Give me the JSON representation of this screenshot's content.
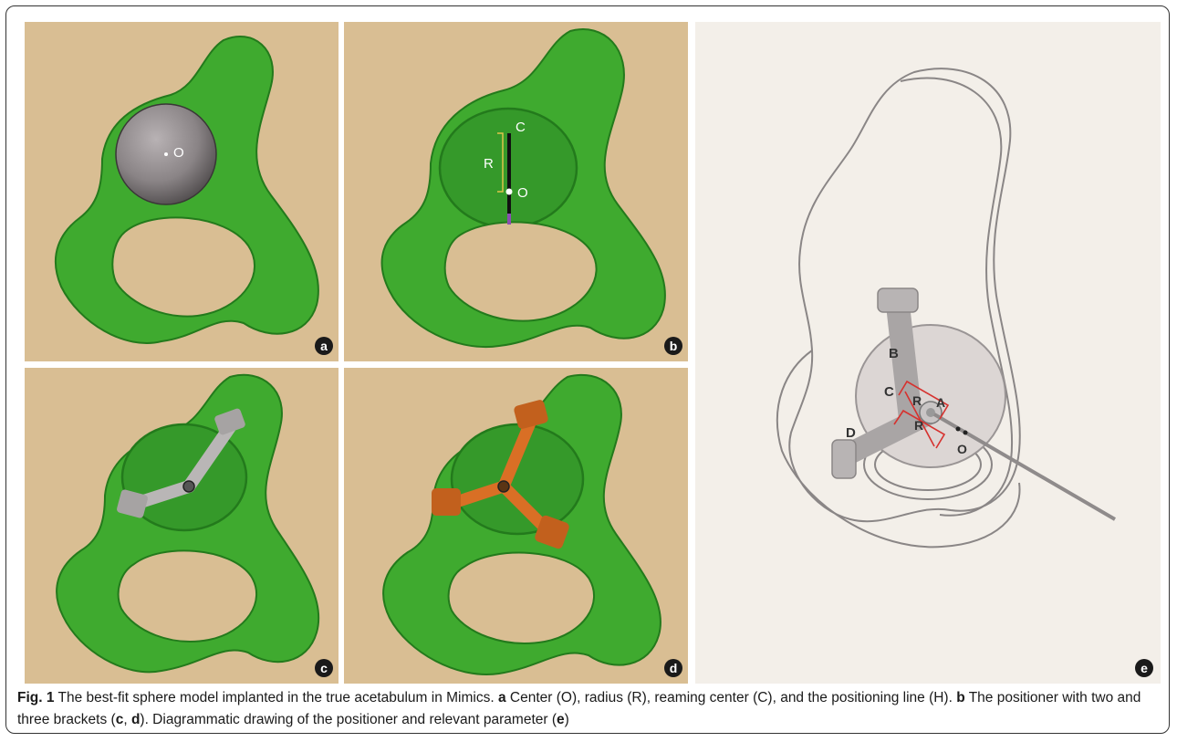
{
  "panels": {
    "a": {
      "badge": "a",
      "labels": {
        "center": "O"
      }
    },
    "b": {
      "badge": "b",
      "labels": {
        "reaming_center": "C",
        "radius": "R",
        "center": "O"
      }
    },
    "c": {
      "badge": "c"
    },
    "d": {
      "badge": "d"
    },
    "e": {
      "badge": "e",
      "labels": {
        "b": "B",
        "c": "C",
        "r_top": "R",
        "a": "A",
        "r_bottom": "R",
        "d": "D",
        "o": "O"
      }
    }
  },
  "caption": {
    "fig": "Fig. 1",
    "t1": " The best-fit sphere model implanted in the true acetabulum in Mimics. ",
    "a": "a",
    "t2": " Center (O), radius (R), reaming center (C), and the positioning line (H). ",
    "b": "b",
    "t3": " The positioner with two and three brackets (",
    "c": "c",
    "sep": ", ",
    "d": "d",
    "t4": "). Diagrammatic drawing of the positioner and relevant parameter (",
    "e": "e",
    "t5": ")"
  },
  "colors": {
    "panel_bg": "#d9be93",
    "bone_green": "#3faa2f",
    "bone_dark": "#237a1c",
    "sphere_grey": "#8a8486",
    "positioner_grey": "#b9b6b6",
    "positioner_orange": "#d96f25",
    "diagram_bg": "#f3efe9",
    "marker_red": "#d6322f"
  }
}
